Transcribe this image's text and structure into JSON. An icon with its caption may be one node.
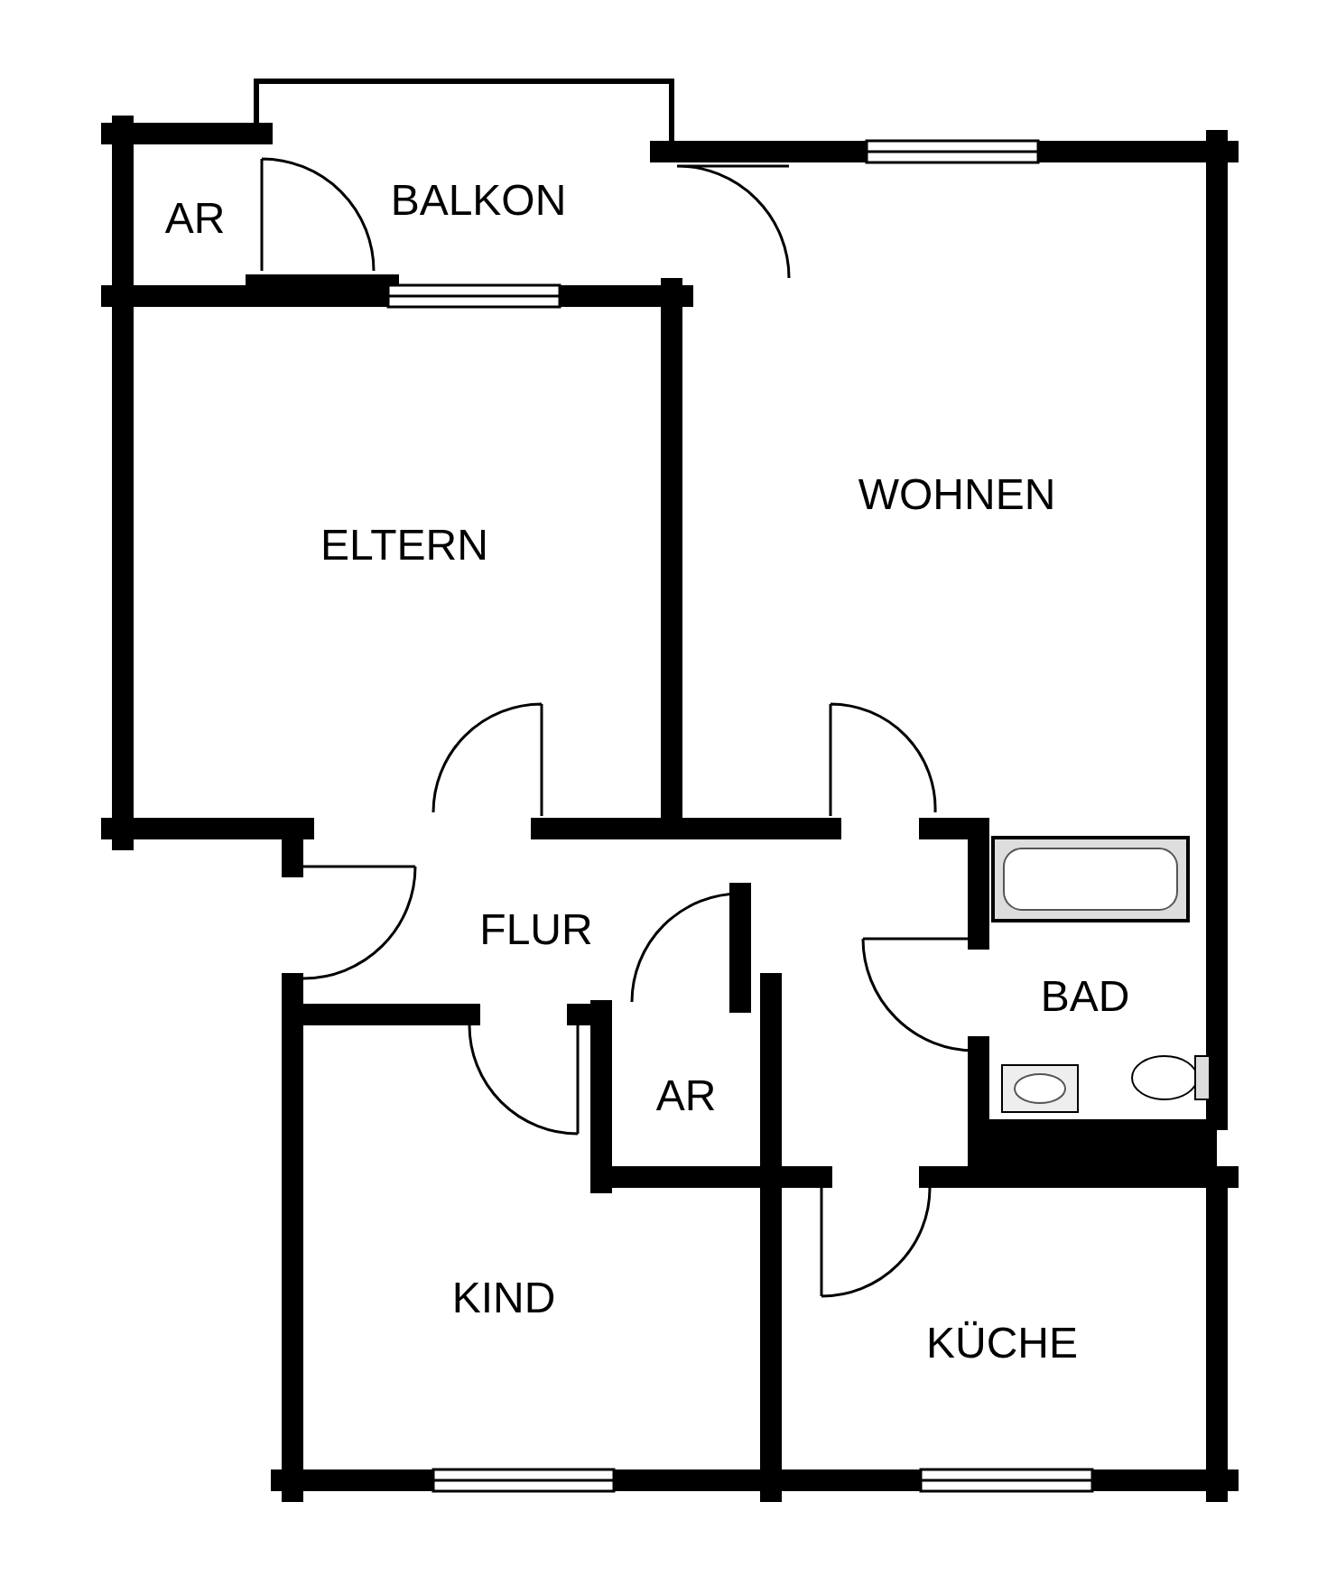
{
  "diagram": {
    "nodes": [
      {
        "text": [
          "AR"
        ]
      },
      {
        "text": [
          "BALKON"
        ]
      },
      {
        "text": [
          "WOHNEN"
        ]
      },
      {
        "text": [
          "ELTERN"
        ]
      },
      {
        "text": [
          "FLUR"
        ]
      },
      {
        "text": [
          "BAD"
        ]
      },
      {
        "text": [
          "AR"
        ]
      },
      {
        "text": [
          "KIND"
        ]
      },
      {
        "text": [
          "KÜCHE"
        ]
      }
    ]
  }
}
